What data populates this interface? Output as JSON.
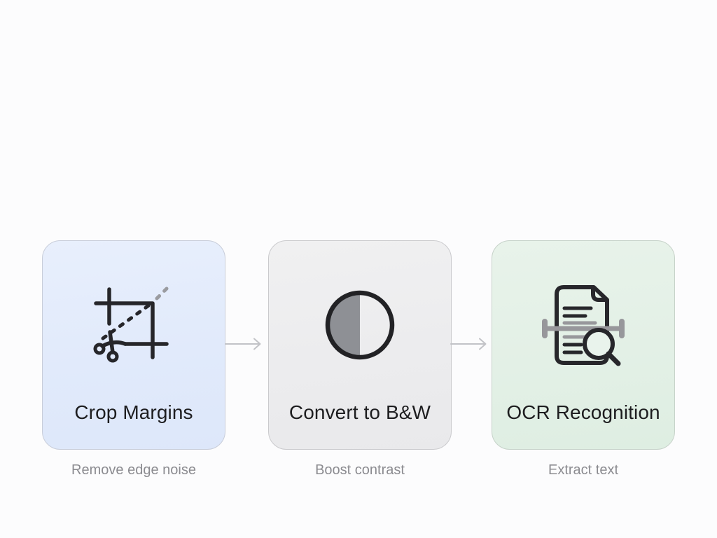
{
  "page": {
    "background_color": "#fcfcfd",
    "title_color": "#1d1d1f",
    "subtitle_color": "#8b8b90"
  },
  "pipeline": {
    "steps": [
      {
        "title": "Crop Margins",
        "subtitle": "Remove edge noise",
        "icon": "crop-scissors-icon",
        "card_color": "#e2eafb",
        "border_color": "#c8cdd9",
        "icon_color": "#26262a"
      },
      {
        "title": "Convert to B&W",
        "subtitle": "Boost contrast",
        "icon": "half-circle-contrast-icon",
        "card_color": "#ececee",
        "border_color": "#cacacd",
        "icon_color": "#222225",
        "icon_fill_color": "#8e9095"
      },
      {
        "title": "OCR Recognition",
        "subtitle": "Extract text",
        "icon": "document-scanner-search-icon",
        "card_color": "#e3f0e6",
        "border_color": "#c6d2c9",
        "icon_color": "#27272b",
        "icon_accent_color": "#97979b"
      }
    ],
    "connectors": [
      {
        "type": "arrow-right",
        "color": "#c2c3c7"
      },
      {
        "type": "arrow-right",
        "color": "#c2c3c7"
      }
    ]
  }
}
